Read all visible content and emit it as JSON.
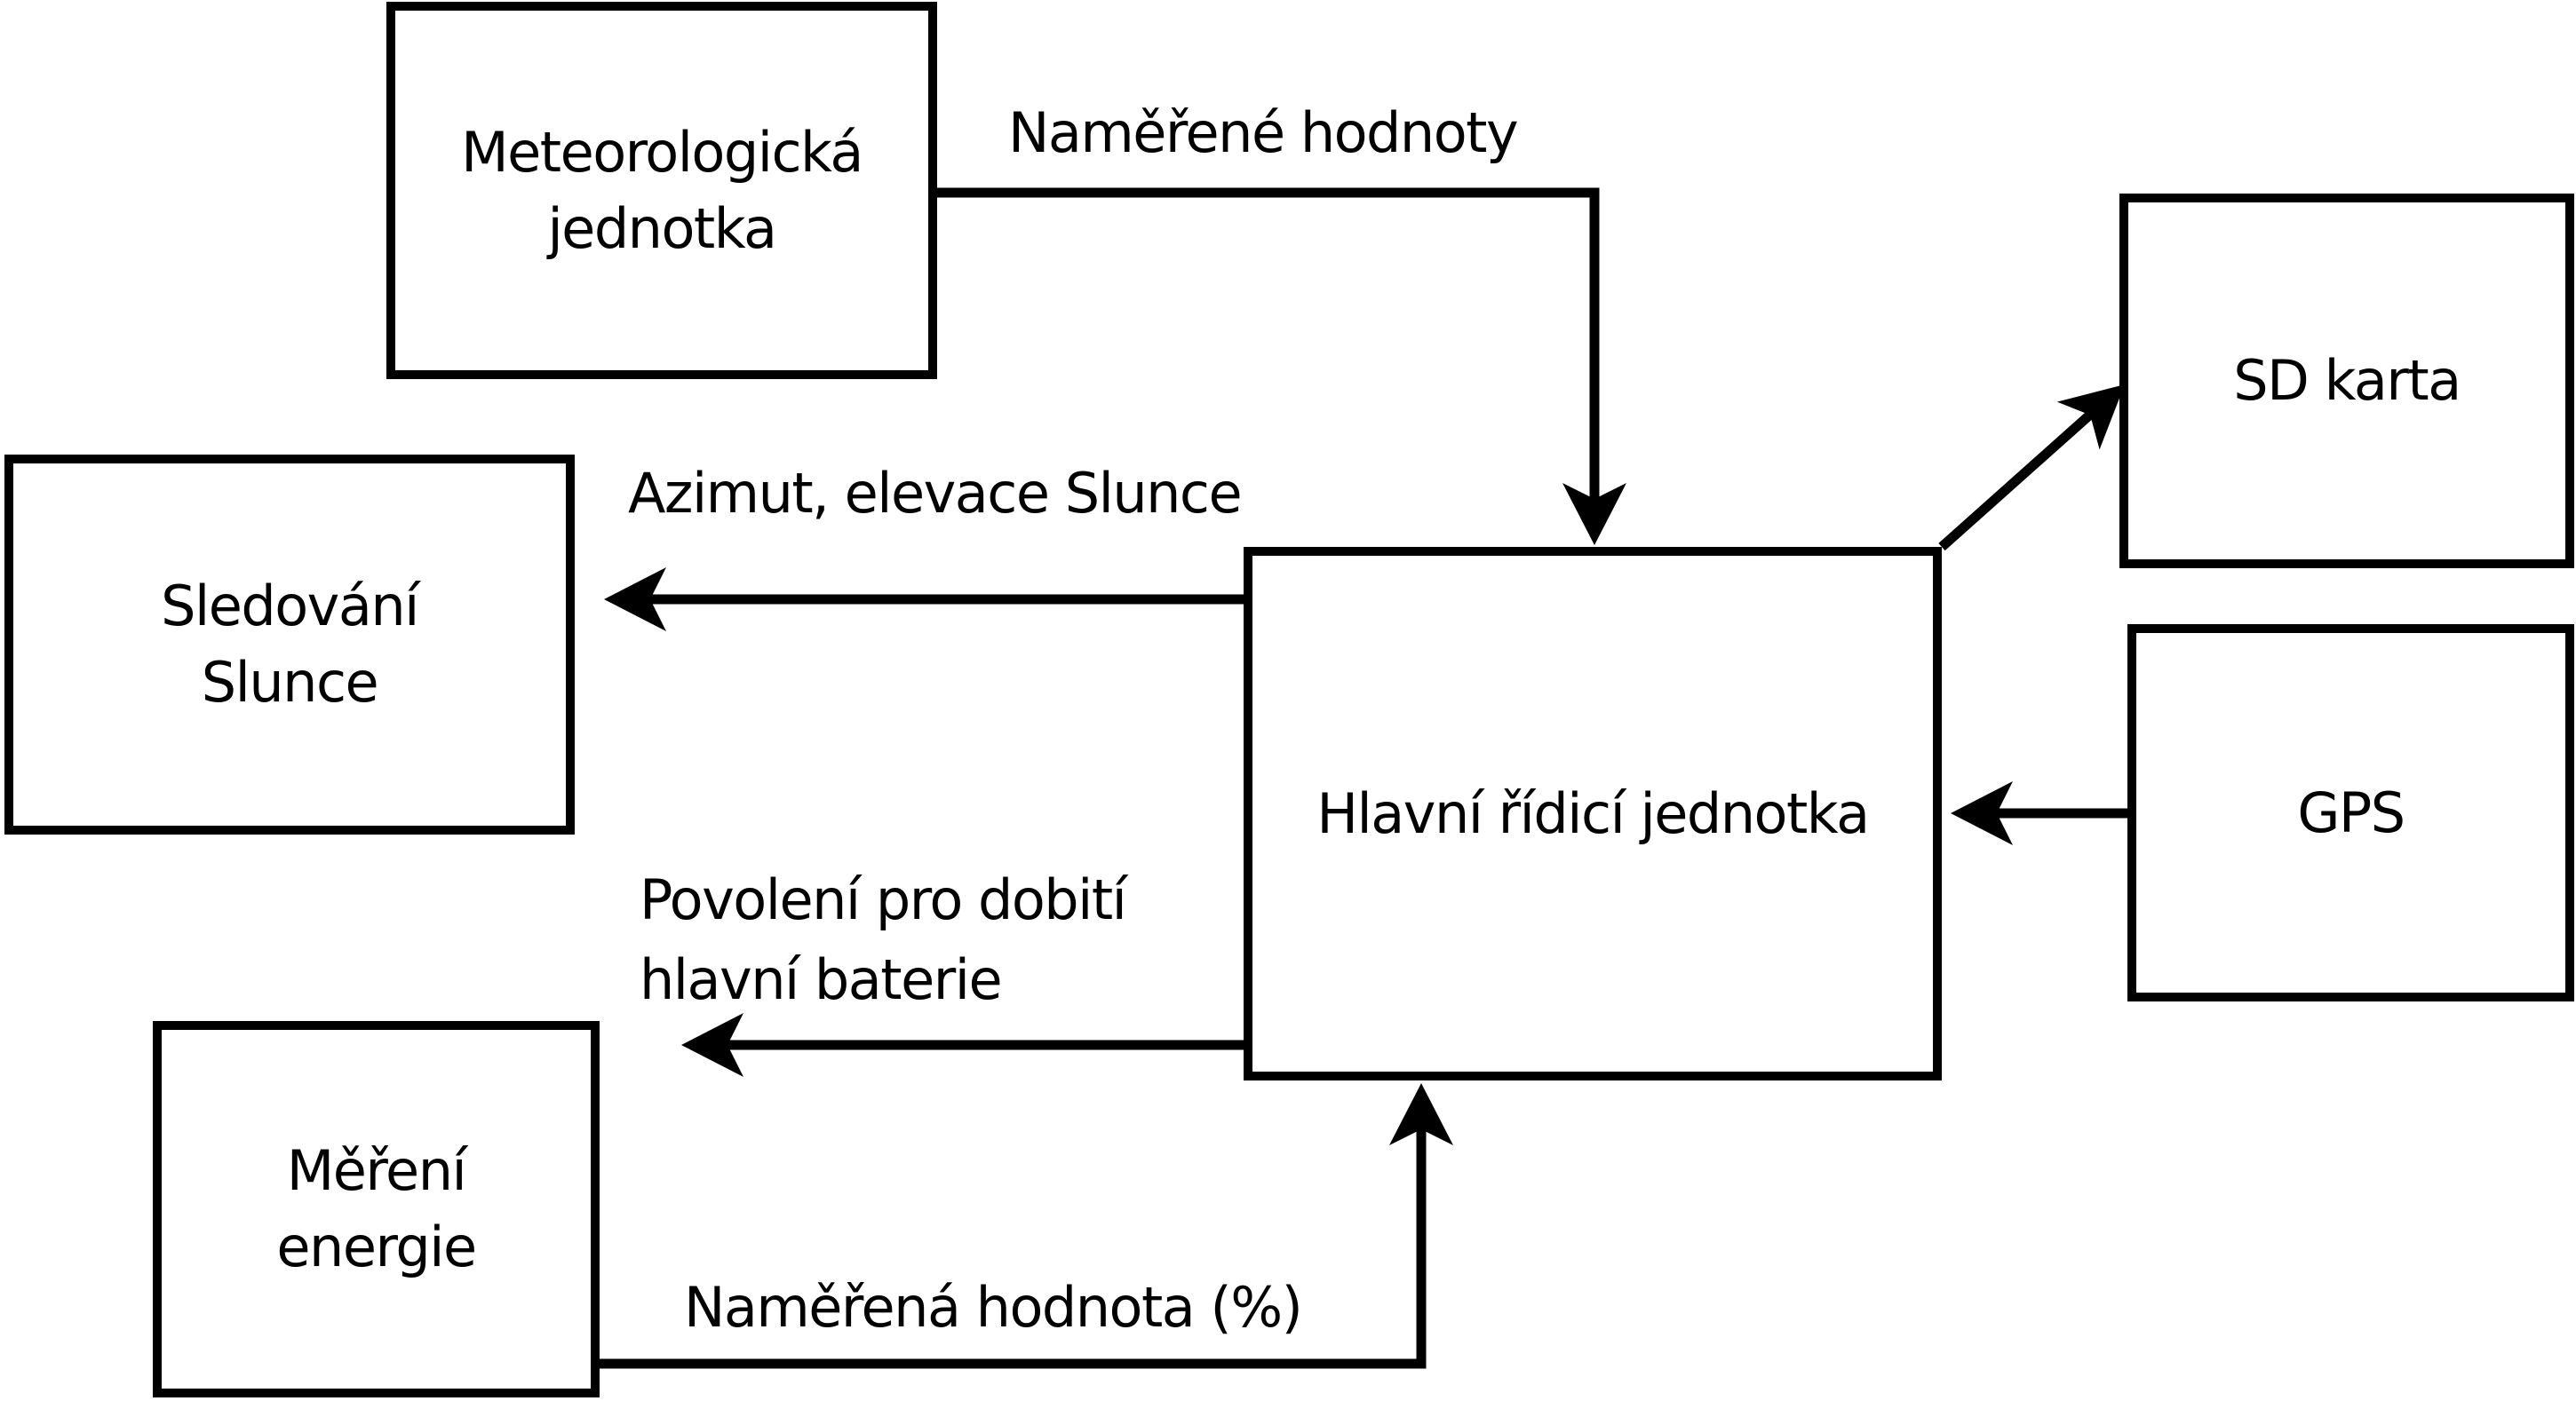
{
  "diagram": {
    "background_color": "#ffffff",
    "line_color": "#000000",
    "nodes": {
      "meteorologicka": {
        "line1": "Meteorologická",
        "line2": "jednotka"
      },
      "sledovani": {
        "line1": "Sledování",
        "line2": "Slunce"
      },
      "mereni": {
        "line1": "Měření",
        "line2": "energie"
      },
      "hlavni": {
        "line1": "Hlavní řídicí jednotka"
      },
      "sd_karta": {
        "line1": "SD karta"
      },
      "gps": {
        "line1": "GPS"
      }
    },
    "edges": {
      "namerene_hodnoty": {
        "label": "Naměřené hodnoty",
        "from": "Meteorologická jednotka",
        "to": "Hlavní řídicí jednotka"
      },
      "azimut": {
        "label": "Azimut, elevace Slunce",
        "from": "Hlavní řídicí jednotka",
        "to": "Sledování Slunce"
      },
      "povoleni": {
        "label_line1": "Povolení pro dobití",
        "label_line2": "hlavní baterie",
        "from": "Hlavní řídicí jednotka",
        "to": "left"
      },
      "namerena_hodnota": {
        "label": "Naměřená hodnota (%)",
        "from": "Měření energie",
        "to": "Hlavní řídicí jednotka"
      },
      "zapis_sd": {
        "label": "",
        "from": "Hlavní řídicí jednotka",
        "to": "SD karta"
      },
      "gps_vstup": {
        "label": "",
        "from": "GPS",
        "to": "Hlavní řídicí jednotka"
      }
    }
  }
}
